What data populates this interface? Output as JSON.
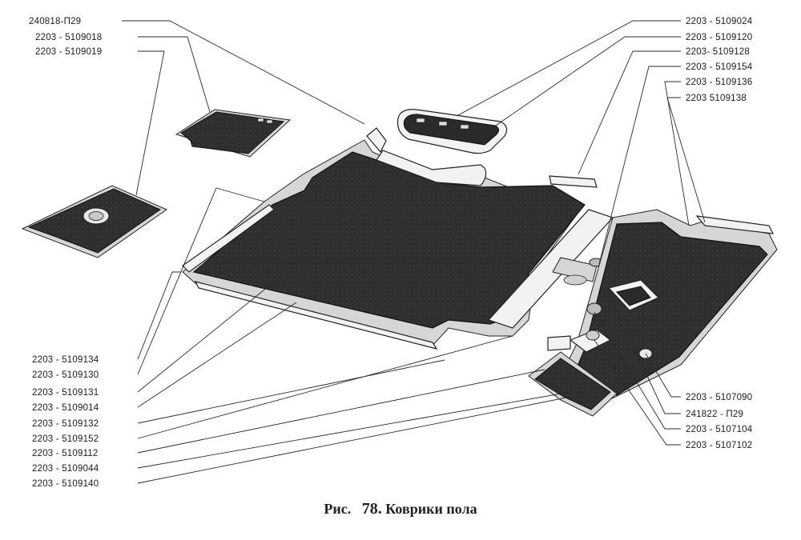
{
  "labels_left": [
    "240818-П29",
    "2203 - 5109018",
    "2203 - 5109019",
    "2203 - 5109134",
    "2203 - 5109130",
    "2203 - 5109131",
    "2203 - 5109014",
    "2203 - 5109132",
    "2203 - 5109152",
    "2203 - 5109112",
    "2203 - 5109044",
    "2203 - 5109140"
  ],
  "labels_right": [
    "2203 - 5109024",
    "2203 - 5109120",
    "2203- 5109128",
    "2203 - 5109154",
    "2203 - 5109136",
    "2203 5109138",
    "2203 - 5107090",
    "241822 - П29",
    "2203 - 5107104",
    "2203 - 5107102"
  ],
  "caption": {
    "prefix": "Рис.",
    "number": "78.",
    "title": "Коврики пола"
  }
}
